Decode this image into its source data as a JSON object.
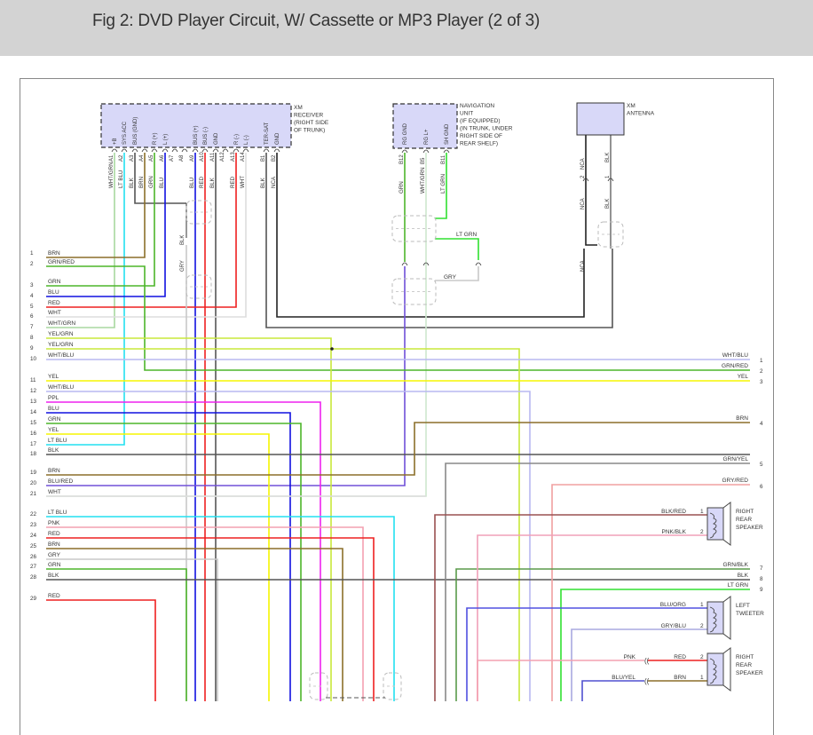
{
  "header": {
    "title": "Fig 2: DVD Player Circuit, W/ Cassette or MP3 Player (2 of 3)"
  },
  "colors": {
    "BRN": "#8b6f2a",
    "GRN": "#4db52a",
    "GRN_RED": "#4db52a",
    "BLU": "#1010e0",
    "RED": "#ee2020",
    "WHT": "#dddddd",
    "WHT_GRN": "#a8d8a0",
    "YEL_GRN": "#c8e83a",
    "YEL": "#f5f500",
    "WHT_BLU": "#b8b8f0",
    "PPL": "#ee22ee",
    "LT_BLU": "#22e0f0",
    "BLK": "#555555",
    "BLU_RED": "#2020d0",
    "PNK": "#f4a0b0",
    "GRY": "#c8c8c8",
    "NCA": "#222222",
    "LT_GRN": "#30e030",
    "GRY_RED": "#f0a0a0",
    "BLK_RED": "#9a5050",
    "PNK_BLK": "#f0a0b8",
    "GRN_BLK": "#5a9a4a",
    "BLU_ORG": "#5050e0",
    "GRY_BLU": "#a8a8e0",
    "BLU_YEL": "#5050d0",
    "VIOLET": "#7050d8",
    "component_fill": "#d8d8f8"
  },
  "components": {
    "xm_receiver": {
      "label": [
        "XM",
        "RECEIVER",
        "(RIGHT SIDE",
        "OF TRUNK)"
      ],
      "pins": [
        {
          "pin": "A1",
          "func": "+B",
          "wire": "WHT/GRN"
        },
        {
          "pin": "A2",
          "func": "SYS ACC",
          "wire": "LT BLU"
        },
        {
          "pin": "A3",
          "func": "BUS (GND)",
          "wire": "BLK"
        },
        {
          "pin": "A4",
          "func": "",
          "wire": "BRN"
        },
        {
          "pin": "A5",
          "func": "R (+)",
          "wire": "GRN"
        },
        {
          "pin": "A6",
          "func": "L (+)",
          "wire": "BLU"
        },
        {
          "pin": "A7",
          "func": "",
          "wire": ""
        },
        {
          "pin": "A8",
          "func": "",
          "wire": ""
        },
        {
          "pin": "A9",
          "func": "BUS (+)",
          "wire": "BLU"
        },
        {
          "pin": "A10",
          "func": "BUS (-)",
          "wire": "RED"
        },
        {
          "pin": "A11",
          "func": "GND",
          "wire": "BLK"
        },
        {
          "pin": "A12",
          "func": "",
          "wire": ""
        },
        {
          "pin": "A13",
          "func": "R (-)",
          "wire": "RED"
        },
        {
          "pin": "A14",
          "func": "L (-)",
          "wire": "WHT"
        },
        {
          "pin": "B1",
          "func": "TER-SAT",
          "wire": "BLK"
        },
        {
          "pin": "B2",
          "func": "GND",
          "wire": "NCA"
        }
      ]
    },
    "navigation_unit": {
      "label": [
        "NAVIGATION",
        "UNIT",
        "(IF EQUIPPED)",
        "(IN TRUNK, UNDER",
        "RIGHT SIDE OF",
        "REAR SHELF)"
      ],
      "pins": [
        {
          "pin": "B12",
          "func": "RG GND",
          "wire": "GRN"
        },
        {
          "pin": "B5",
          "func": "RG L+",
          "wire": "WHT/GRN"
        },
        {
          "pin": "B11",
          "func": "SH GND",
          "wire": "LT GRN"
        }
      ]
    },
    "xm_antenna": {
      "label": [
        "XM",
        "ANTENNA"
      ],
      "pins": [
        {
          "pin": "2",
          "wire": "NCA"
        },
        {
          "pin": "1",
          "wire": "BLK"
        }
      ]
    },
    "right_rear_speaker_1": {
      "label": [
        "RIGHT",
        "REAR",
        "SPEAKER"
      ],
      "pins": [
        {
          "pin": "1",
          "wire": "BLK/RED"
        },
        {
          "pin": "2",
          "wire": "PNK/BLK"
        }
      ]
    },
    "left_tweeter": {
      "label": [
        "LEFT",
        "TWEETER"
      ],
      "pins": [
        {
          "pin": "1",
          "wire": "BLU/ORG"
        },
        {
          "pin": "2",
          "wire": "GRY/BLU"
        }
      ]
    },
    "right_rear_speaker_2": {
      "label": [
        "RIGHT",
        "REAR",
        "SPEAKER"
      ],
      "pins": [
        {
          "pin": "2",
          "wire": "RED",
          "splice": "PNK"
        },
        {
          "pin": "1",
          "wire": "BRN",
          "splice": "BLU/YEL"
        }
      ]
    }
  },
  "inline_labels": {
    "shield_blk": "BLK",
    "shield_gry": "GRY",
    "nav_lt_grn": "LT GRN",
    "nav_gry": "GRY",
    "ant_nca": "NCA",
    "ant_blk": "BLK"
  },
  "left_wires": [
    {
      "num": "1",
      "label": "BRN"
    },
    {
      "num": "2",
      "label": "GRN/RED"
    },
    {
      "num": "3",
      "label": "GRN"
    },
    {
      "num": "4",
      "label": "BLU"
    },
    {
      "num": "5",
      "label": "RED"
    },
    {
      "num": "6",
      "label": "WHT"
    },
    {
      "num": "7",
      "label": "WHT/GRN"
    },
    {
      "num": "8",
      "label": "YEL/GRN"
    },
    {
      "num": "9",
      "label": "YEL/GRN"
    },
    {
      "num": "10",
      "label": "WHT/BLU"
    },
    {
      "num": "11",
      "label": "YEL"
    },
    {
      "num": "12",
      "label": "WHT/BLU"
    },
    {
      "num": "13",
      "label": "PPL"
    },
    {
      "num": "14",
      "label": "BLU"
    },
    {
      "num": "15",
      "label": "GRN"
    },
    {
      "num": "16",
      "label": "YEL"
    },
    {
      "num": "17",
      "label": "LT BLU"
    },
    {
      "num": "18",
      "label": "BLK"
    },
    {
      "num": "19",
      "label": "BRN"
    },
    {
      "num": "20",
      "label": "BLU/RED"
    },
    {
      "num": "21",
      "label": "WHT"
    },
    {
      "num": "22",
      "label": "LT BLU"
    },
    {
      "num": "23",
      "label": "PNK"
    },
    {
      "num": "24",
      "label": "RED"
    },
    {
      "num": "25",
      "label": "BRN"
    },
    {
      "num": "26",
      "label": "GRY"
    },
    {
      "num": "27",
      "label": "GRN"
    },
    {
      "num": "28",
      "label": "BLK"
    },
    {
      "num": "29",
      "label": "RED"
    }
  ],
  "right_wires": [
    {
      "num": "1",
      "label": "WHT/BLU"
    },
    {
      "num": "2",
      "label": "GRN/RED"
    },
    {
      "num": "3",
      "label": "YEL"
    },
    {
      "num": "4",
      "label": "BRN"
    },
    {
      "num": "5",
      "label": "GRN/YEL"
    },
    {
      "num": "6",
      "label": "GRY/RED"
    },
    {
      "num": "7",
      "label": "GRN/BLK"
    },
    {
      "num": "8",
      "label": "BLK"
    },
    {
      "num": "9",
      "label": "LT GRN"
    }
  ]
}
